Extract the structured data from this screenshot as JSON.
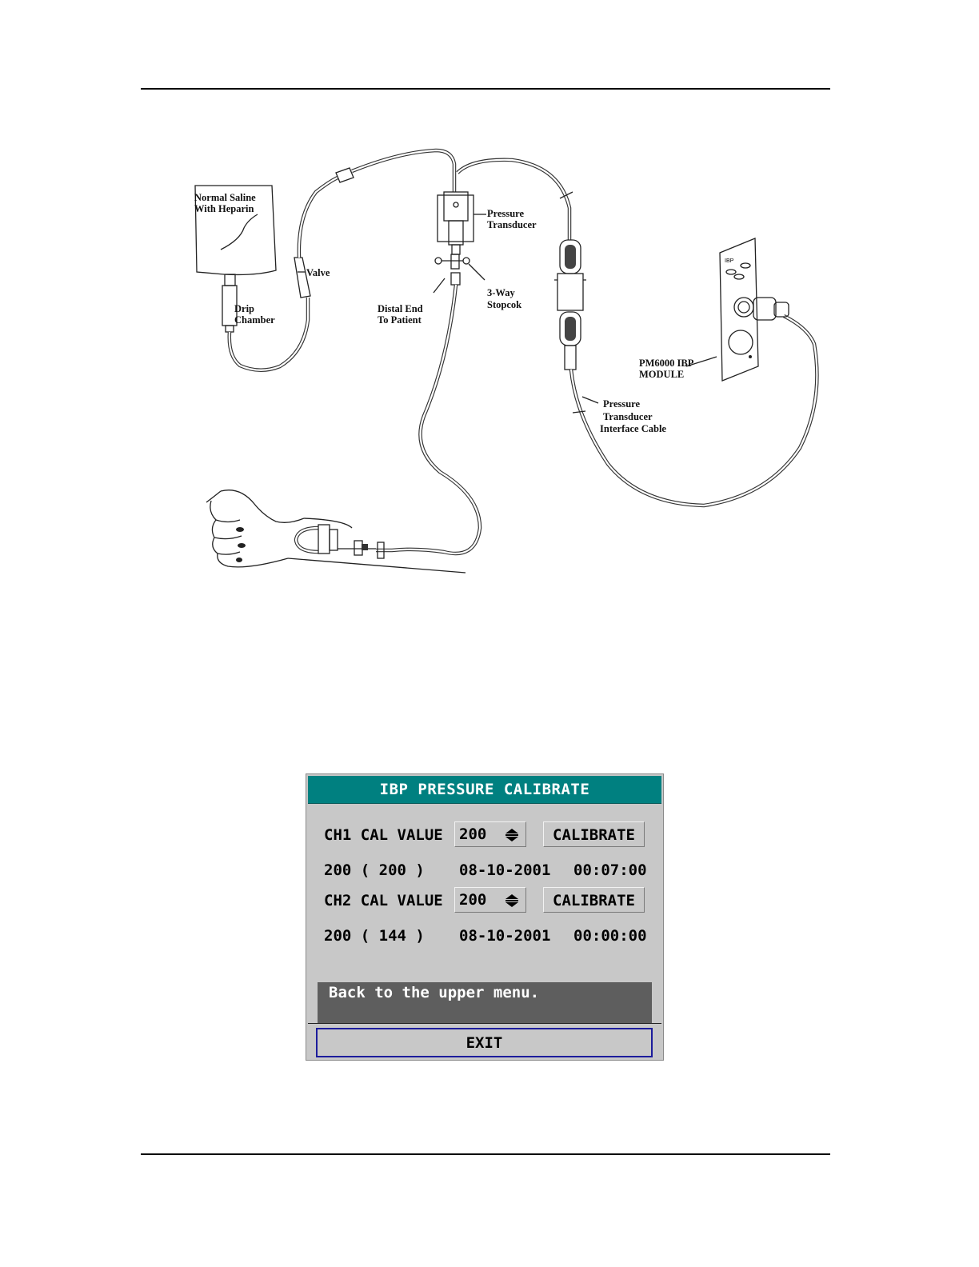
{
  "diagram": {
    "labels": {
      "saline_1": "Normal Saline",
      "saline_2": "With Heparin",
      "valve": "Valve",
      "drip_1": "Drip",
      "drip_2": "Chamber",
      "transducer_1": "Pressure",
      "transducer_2": "Transducer",
      "stopcock_1": "3-Way",
      "stopcock_2": "Stopcok",
      "distal_1": "Distal End",
      "distal_2": "To Patient",
      "module_1": "PM6000  IBP",
      "module_2": "MODULE",
      "cable_1": "Pressure",
      "cable_2": "Transducer",
      "cable_3": "Interface Cable",
      "panel_text": "IBP"
    }
  },
  "dialog": {
    "title": "IBP PRESSURE CALIBRATE",
    "ch1": {
      "label": "CH1 CAL VALUE",
      "value": "200",
      "button": "CALIBRATE",
      "status_value": "200 ( 200 )",
      "date": "08-10-2001",
      "time": "00:07:00"
    },
    "ch2": {
      "label": "CH2 CAL VALUE",
      "value": "200",
      "button": "CALIBRATE",
      "status_value": "200 ( 144 )",
      "date": "08-10-2001",
      "time": "00:00:00"
    },
    "help_text": "Back to the upper menu.",
    "exit_label": "EXIT"
  }
}
